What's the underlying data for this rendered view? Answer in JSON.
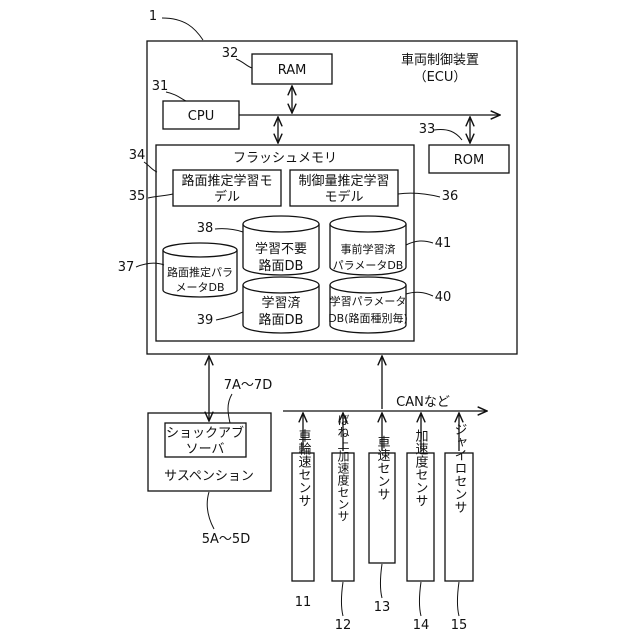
{
  "refs": {
    "ecu": "1",
    "cpu": "31",
    "ram": "32",
    "rom": "33",
    "flash": "34",
    "road_model": "35",
    "control_model": "36",
    "road_param_db": "37",
    "unneeded_db": "38",
    "learned_db": "39",
    "learned_param_db": "40",
    "pre_learned_db": "41",
    "shock_absorber": "7A～7D",
    "suspension": "5A～5D",
    "wheel_speed_sensor": "11",
    "sprung_accel_sensor": "12",
    "vehicle_speed_sensor": "13",
    "accel_sensor": "14",
    "gyro_sensor": "15"
  },
  "ecu": {
    "title_line1": "車両制御装置",
    "title_line2": "（ECU）"
  },
  "cpu": {
    "label": "CPU"
  },
  "ram": {
    "label": "RAM"
  },
  "rom": {
    "label": "ROM"
  },
  "flash": {
    "label": "フラッシュメモリ"
  },
  "road_model": {
    "line1": "路面推定学習モ",
    "line2": "デル"
  },
  "control_model": {
    "line1": "制御量推定学習",
    "line2": "モデル"
  },
  "road_param_db": {
    "line1": "路面推定パラ",
    "line2": "メータDB"
  },
  "unneeded_db": {
    "line1": "学習不要",
    "line2": "路面DB"
  },
  "learned_db": {
    "line1": "学習済",
    "line2": "路面DB"
  },
  "pre_learned_db": {
    "line1": "事前学習済",
    "line2": "パラメータDB"
  },
  "learned_param_db": {
    "line1": "学習パラメータ",
    "line2": "DB(路面種別毎)"
  },
  "suspension": {
    "absorber_line1": "ショックアブ",
    "absorber_line2": "ソーバ",
    "label": "サスペンション"
  },
  "bus": {
    "label": "CANなど"
  },
  "sensors": [
    {
      "label": "車輪速センサ"
    },
    {
      "label": "ばね上加速度センサ"
    },
    {
      "label": "車速センサ"
    },
    {
      "label": "加速度センサ"
    },
    {
      "label": "ジャイロセンサ"
    }
  ]
}
